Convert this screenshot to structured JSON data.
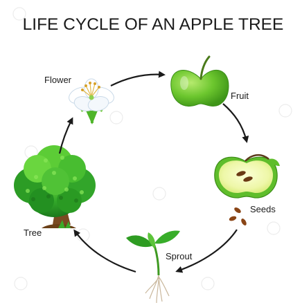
{
  "diagram": {
    "title": "LIFE CYCLE OF AN APPLE TREE",
    "stages": {
      "flower": "Flower",
      "fruit": "Fruit",
      "seeds": "Seeds",
      "sprout": "Sprout",
      "tree": "Tree"
    }
  },
  "colors": {
    "arrow": "#1a1a1a",
    "apple_green": "#6cc62e",
    "leaf_green": "#2fa024",
    "trunk_brown": "#7a4a22",
    "seed_brown": "#8a4516",
    "flower_white": "#ffffff",
    "flower_stem": "#55b62c",
    "watermark": "#e6e6e6"
  },
  "icons": [
    "flower-icon",
    "apple-icon",
    "half-apple-icon",
    "seeds-icon",
    "sprout-icon",
    "tree-icon",
    "cycle-arrow-icon"
  ]
}
